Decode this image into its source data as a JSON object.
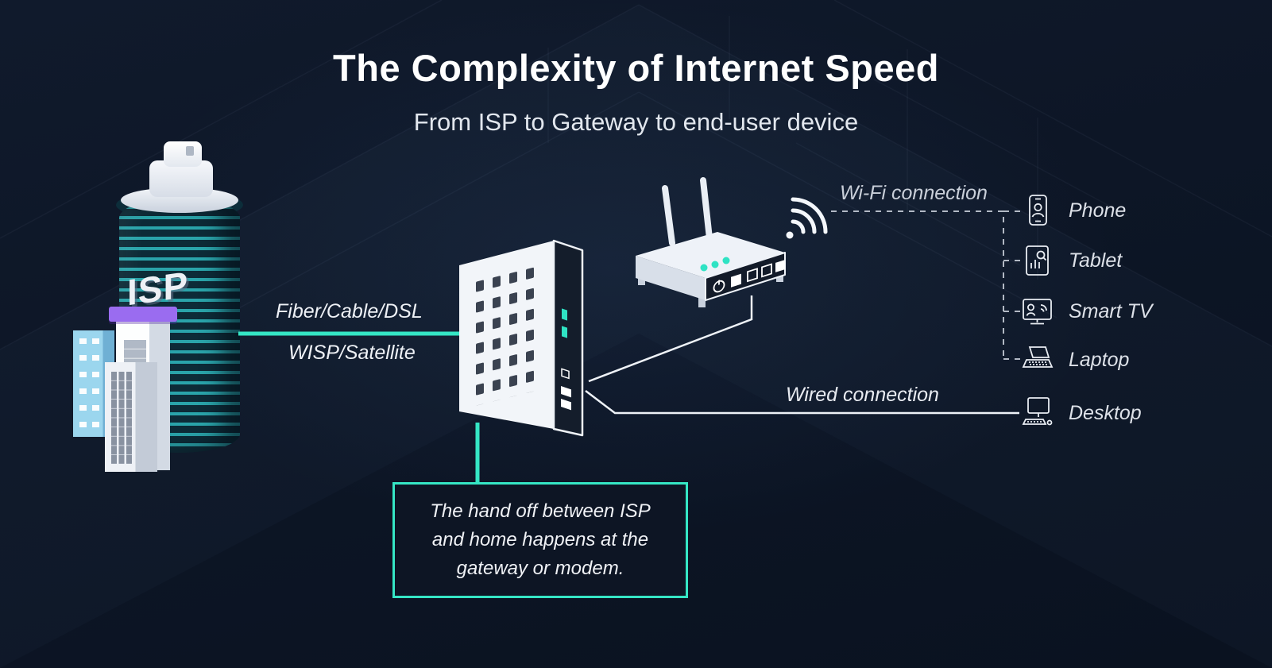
{
  "title": "The Complexity of Internet Speed",
  "subtitle": "From ISP to Gateway to end-user device",
  "colors": {
    "background": "#0d1626",
    "accent_teal": "#35e6c5",
    "building_purple": "#9a6cf0",
    "building_blue": "#9bd6ee",
    "line_white": "#eef2f7"
  },
  "isp": {
    "label": "ISP"
  },
  "labels": {
    "isp_link_line1": "Fiber/Cable/DSL",
    "isp_link_line2": "WISP/Satellite",
    "wifi": "Wi-Fi connection",
    "wired": "Wired connection"
  },
  "devices": [
    {
      "icon": "phone-icon",
      "label": "Phone"
    },
    {
      "icon": "tablet-icon",
      "label": "Tablet"
    },
    {
      "icon": "smart-tv-icon",
      "label": "Smart TV"
    },
    {
      "icon": "laptop-icon",
      "label": "Laptop"
    },
    {
      "icon": "desktop-icon",
      "label": "Desktop"
    }
  ],
  "callout": {
    "text": "The hand off between ISP and home happens at the gateway or modem."
  }
}
